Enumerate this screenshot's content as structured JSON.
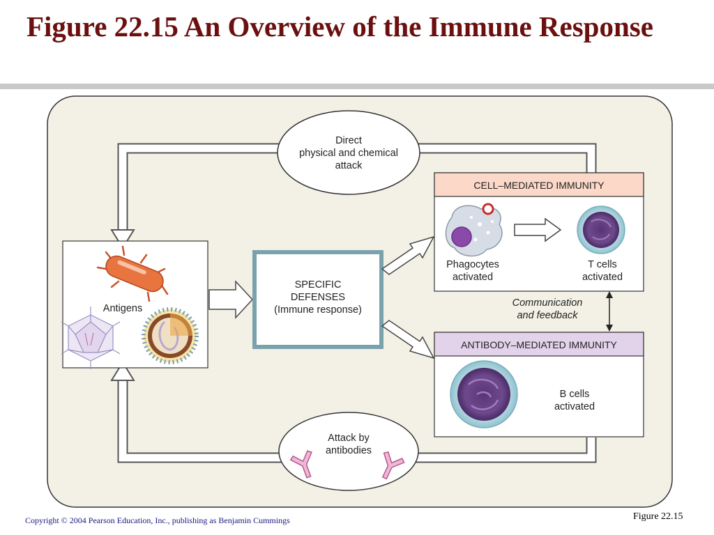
{
  "slide": {
    "title": "Figure 22.15  An Overview of the Immune Response",
    "copyright": "Copyright © 2004 Pearson Education, Inc., publishing as Benjamin Cummings",
    "figure_label": "Figure 22.15"
  },
  "diagram": {
    "direct_attack": [
      "Direct",
      "physical and chemical",
      "attack"
    ],
    "antigens_label": "Antigens",
    "specific_defenses": [
      "SPECIFIC",
      "DEFENSES",
      "(Immune response)"
    ],
    "cell_mediated": {
      "header": "CELL–MEDIATED IMMUNITY",
      "phagocytes": [
        "Phagocytes",
        "activated"
      ],
      "t_cells": [
        "T cells",
        "activated"
      ]
    },
    "communication": [
      "Communication",
      "and feedback"
    ],
    "antibody_mediated": {
      "header": "ANTIBODY–MEDIATED IMMUNITY",
      "b_cells": [
        "B cells",
        "activated"
      ]
    },
    "attack_antibodies": [
      "Attack by",
      "antibodies"
    ]
  },
  "colors": {
    "title": "#6b0f0f",
    "panel_background": "#f3f1e6",
    "cell_header": "#fbd8c8",
    "antibody_header": "#e2d3ea",
    "specific_border": "#7aa2ad"
  }
}
